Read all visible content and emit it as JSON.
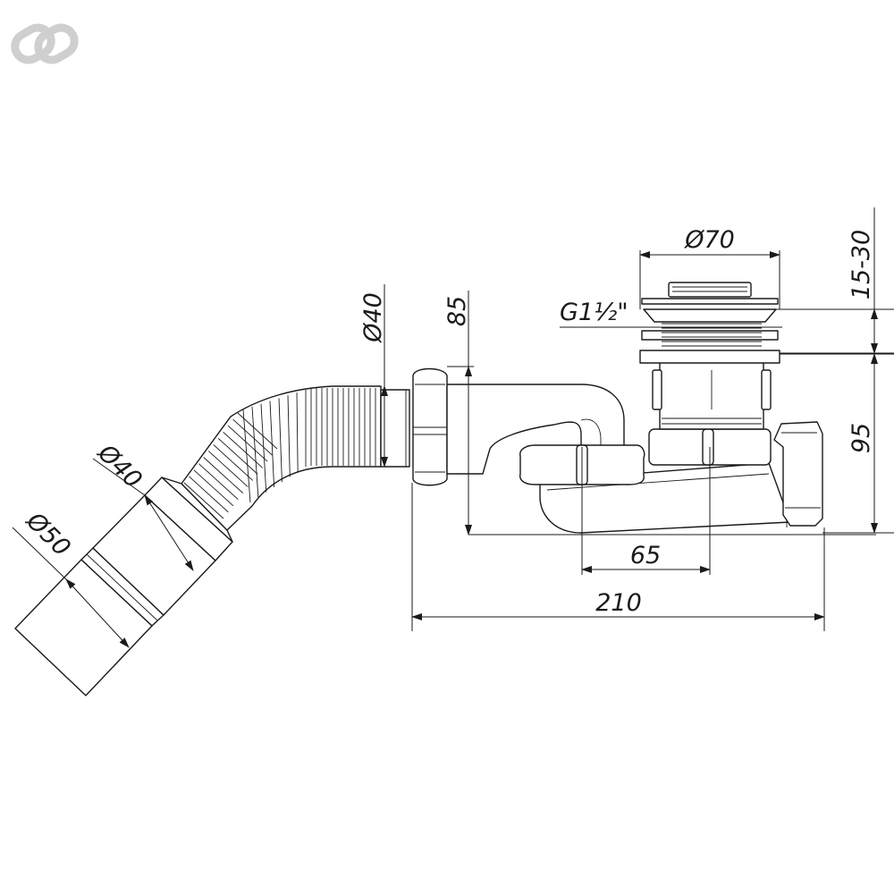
{
  "logo": {
    "name": "link-logo-icon",
    "color": "#cfcfcf"
  },
  "dimensions": {
    "d70": "Ø70",
    "range_15_30": "15-30",
    "thread": "G1½\"",
    "d40_top": "Ø40",
    "h85": "85",
    "h95": "95",
    "d40_hose": "Ø40",
    "d50": "Ø50",
    "w65": "65",
    "w210": "210"
  },
  "colors": {
    "line": "#1a1a1a",
    "background": "#ffffff"
  }
}
